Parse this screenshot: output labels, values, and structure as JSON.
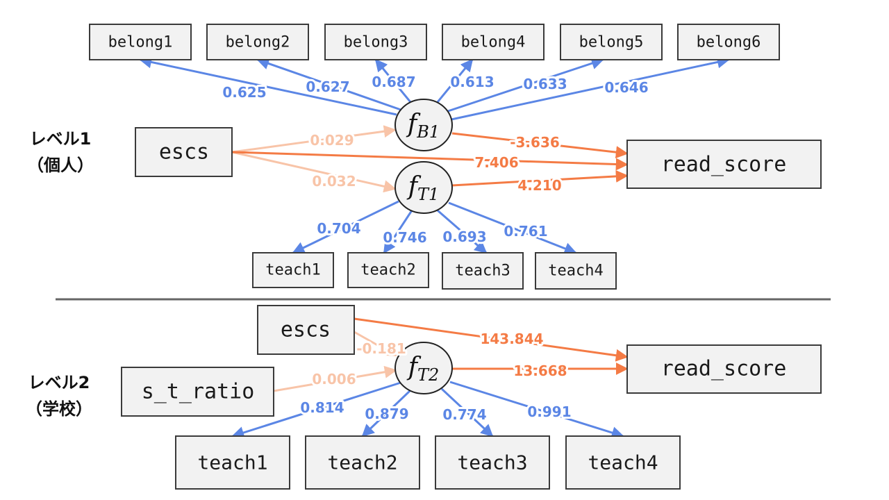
{
  "colors": {
    "loading": "#5b86e5",
    "regression": "#f47b45",
    "weak": "#f8c4a8",
    "divider": "#666666"
  },
  "levels": [
    {
      "line1": "レベル1",
      "line2": "（個人）"
    },
    {
      "line1": "レベル2",
      "line2": "（学校）"
    }
  ],
  "latents": {
    "fB1": {
      "symbol": "f",
      "sub": "B1"
    },
    "fT1": {
      "symbol": "f",
      "sub": "T1"
    },
    "fT2": {
      "symbol": "f",
      "sub": "T2"
    }
  },
  "boxes": {
    "belong1": "belong1",
    "belong2": "belong2",
    "belong3": "belong3",
    "belong4": "belong4",
    "belong5": "belong5",
    "belong6": "belong6",
    "escs1": "escs",
    "read1": "read_score",
    "teach1_1": "teach1",
    "teach2_1": "teach2",
    "teach3_1": "teach3",
    "teach4_1": "teach4",
    "escs2": "escs",
    "str2": "s_t_ratio",
    "read2": "read_score",
    "teach1_2": "teach1",
    "teach2_2": "teach2",
    "teach3_2": "teach3",
    "teach4_2": "teach4"
  },
  "edges": {
    "b1": {
      "value": "0.625",
      "kind": "loading"
    },
    "b2": {
      "value": "0.627",
      "kind": "loading"
    },
    "b3": {
      "value": "0.687",
      "kind": "loading"
    },
    "b4": {
      "value": "0.613",
      "kind": "loading"
    },
    "b5": {
      "value": "0.633",
      "kind": "loading"
    },
    "b6": {
      "value": "0.646",
      "kind": "loading"
    },
    "escs_fB1": {
      "value": "0.029",
      "kind": "weak"
    },
    "escs_fT1": {
      "value": "0.032",
      "kind": "weak"
    },
    "escs_read1": {
      "value": "7.406",
      "kind": "regression"
    },
    "fB1_read1": {
      "value": "-3.636",
      "kind": "regression"
    },
    "fT1_read1": {
      "value": "4.210",
      "kind": "regression"
    },
    "t1_1": {
      "value": "0.704",
      "kind": "loading"
    },
    "t2_1": {
      "value": "0.746",
      "kind": "loading"
    },
    "t3_1": {
      "value": "0.693",
      "kind": "loading"
    },
    "t4_1": {
      "value": "0.761",
      "kind": "loading"
    },
    "escs_read2": {
      "value": "143.844",
      "kind": "regression"
    },
    "escs_fT2": {
      "value": "-0.181",
      "kind": "weak"
    },
    "str_fT2": {
      "value": "0.006",
      "kind": "weak"
    },
    "fT2_read2": {
      "value": "13.668",
      "kind": "regression"
    },
    "t1_2": {
      "value": "0.814",
      "kind": "loading"
    },
    "t2_2": {
      "value": "0.879",
      "kind": "loading"
    },
    "t3_2": {
      "value": "0.774",
      "kind": "loading"
    },
    "t4_2": {
      "value": "0.991",
      "kind": "loading"
    }
  }
}
